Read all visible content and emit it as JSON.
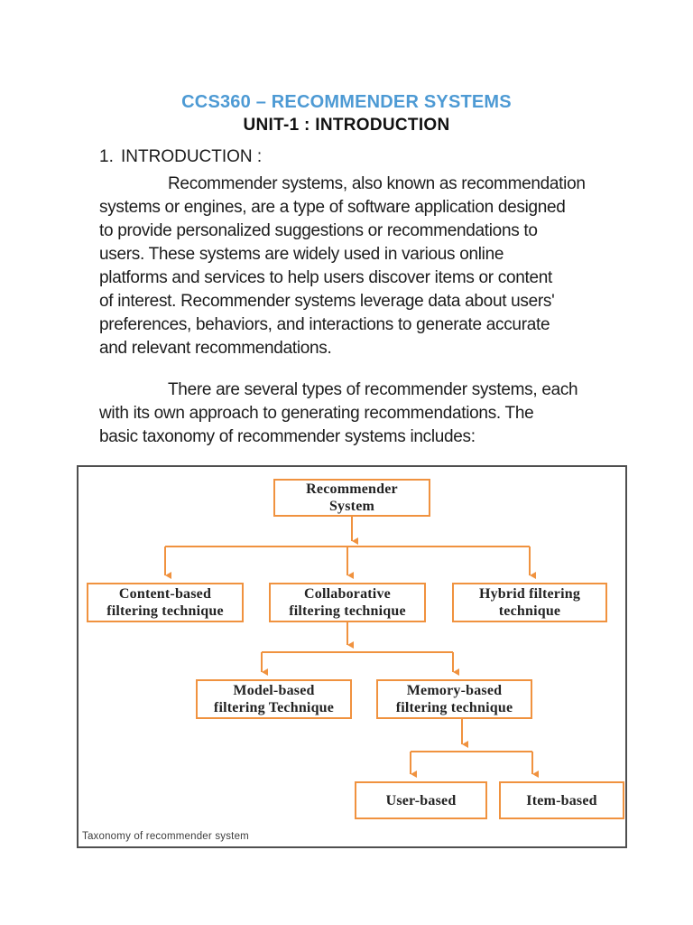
{
  "page": {
    "course_title": "CCS360 – RECOMMENDER SYSTEMS",
    "unit_title": "UNIT-1 :  INTRODUCTION"
  },
  "section": {
    "number": "1.",
    "heading": "INTRODUCTION :"
  },
  "paragraph1": {
    "lines": [
      "Recommender systems, also known as recommendation",
      "systems or engines, are a type of software application designed",
      "to provide personalized suggestions or recommendations to",
      "users. These systems are widely used in various online",
      "platforms and services to help users discover items or content",
      "of interest. Recommender systems leverage data about users'",
      "preferences, behaviors, and interactions to generate accurate",
      "and relevant recommendations."
    ]
  },
  "paragraph2": {
    "lines": [
      "There are several types of recommender systems, each",
      "with its own approach to generating recommendations. The",
      "basic taxonomy of recommender systems includes:"
    ]
  },
  "diagram": {
    "caption": "Taxonomy of recommender system",
    "accent_color": "#f0923f",
    "title_color": "#4d9ad4",
    "nodes": {
      "root": {
        "lines": [
          "Recommender",
          "System"
        ]
      },
      "content": {
        "lines": [
          "Content-based",
          "filtering technique"
        ]
      },
      "collab": {
        "lines": [
          "Collaborative",
          "filtering technique"
        ]
      },
      "hybrid": {
        "lines": [
          "Hybrid filtering",
          "technique"
        ]
      },
      "model": {
        "lines": [
          "Model-based",
          "filtering Technique"
        ]
      },
      "memory": {
        "lines": [
          "Memory-based",
          "filtering technique"
        ]
      },
      "user": {
        "lines": [
          "User-based"
        ]
      },
      "item": {
        "lines": [
          "Item-based"
        ]
      }
    }
  }
}
